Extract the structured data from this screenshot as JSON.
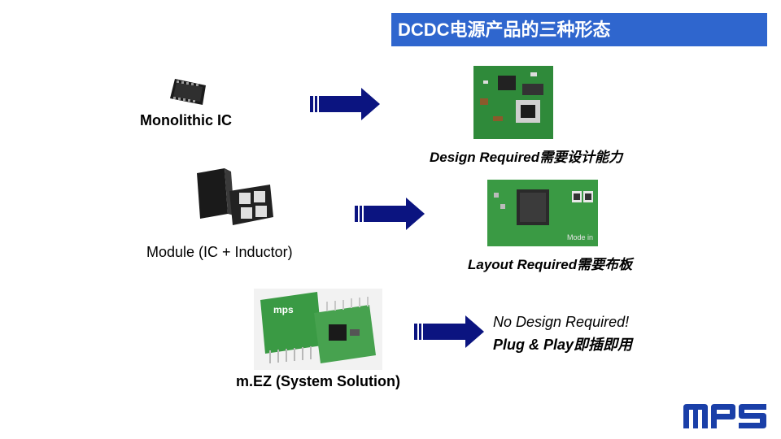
{
  "title": "DCDC电源产品的三种形态",
  "forms": {
    "monolithic": {
      "label": "Monolithic IC"
    },
    "module": {
      "label": "Module (IC + Inductor)"
    },
    "mez": {
      "label": "m.EZ (System Solution)"
    }
  },
  "outcomes": {
    "design": {
      "label": "Design Required需要设计能力"
    },
    "layout": {
      "label": "Layout Required需要布板"
    },
    "none": {
      "line1": "No Design Required!",
      "line2": "Plug & Play即插即用"
    }
  },
  "images": {
    "board_silkscreen": "Mode in",
    "module_brand": "mps"
  },
  "colors": {
    "title_bar": "#2f66ce",
    "arrow": "#0b1480",
    "pcb_green": "#2f8a3a",
    "logo": "#1a3fa8"
  }
}
